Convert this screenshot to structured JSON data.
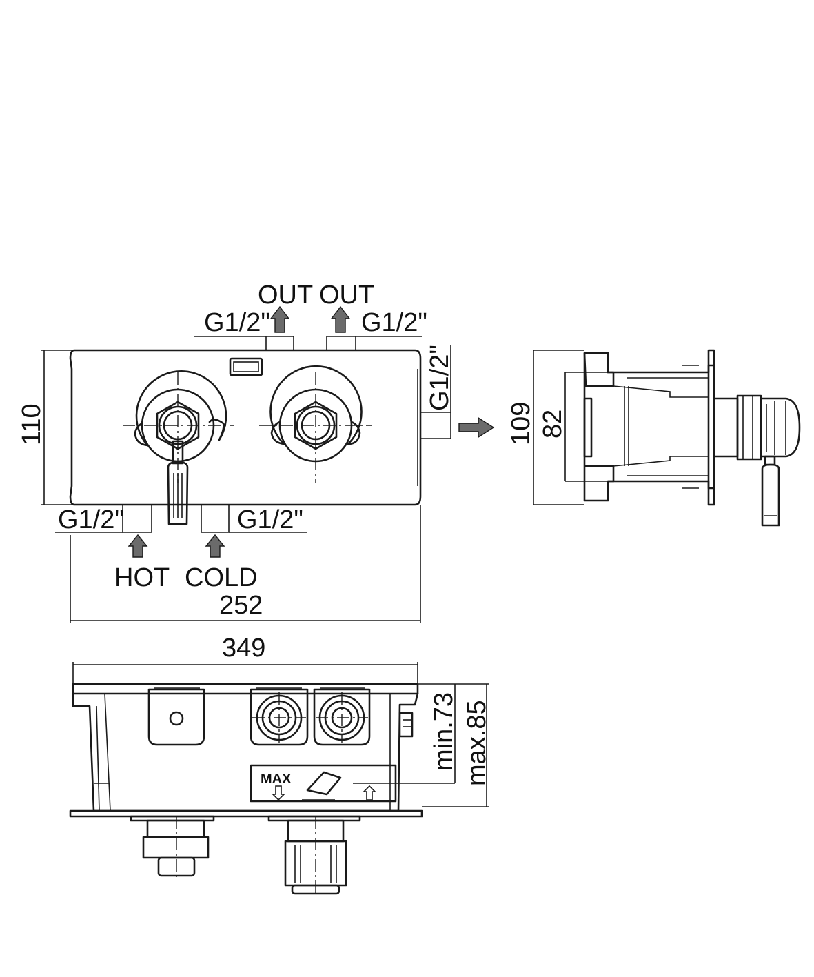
{
  "labels": {
    "out_left": "OUT",
    "out_right": "OUT",
    "g_out_left": "G1/2\"",
    "g_out_right": "G1/2\"",
    "g_right_side": "G1/2\"",
    "g_in_left": "G1/2\"",
    "g_in_right": "G1/2\"",
    "hot": "HOT",
    "cold": "COLD"
  },
  "dimensions": {
    "height_front": "110",
    "width_front": "252",
    "width_box": "349",
    "height_side_outer": "109",
    "height_side_inner": "82",
    "depth_min": "min.73",
    "depth_max": "max.85"
  },
  "marking": {
    "max": "MAX"
  },
  "colors": {
    "line": "#1a1a1a",
    "arrow_fill": "#6b6b6b"
  }
}
